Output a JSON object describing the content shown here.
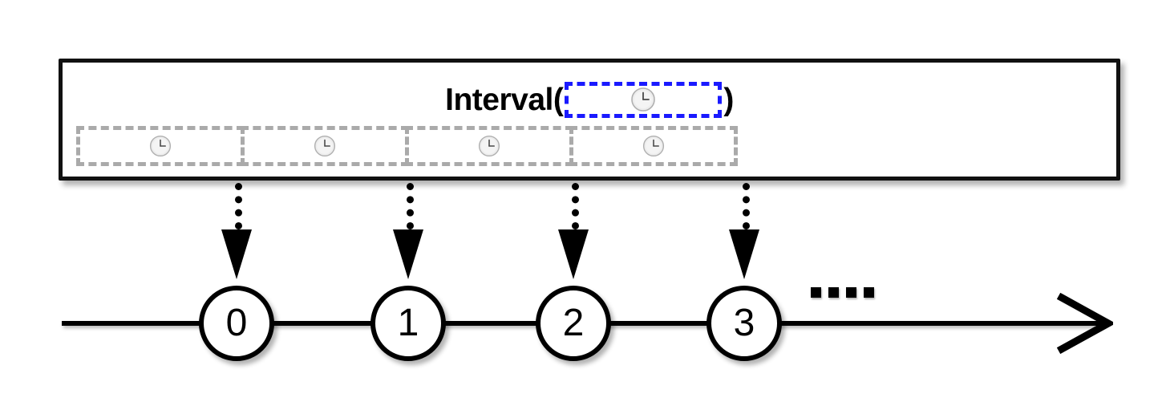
{
  "diagram": {
    "title_prefix": "Interval(",
    "title_suffix": ")",
    "highlight_slot": {
      "icon": "clock-icon",
      "border_color": "#1a1aff",
      "border_style": "dashed"
    },
    "container": {
      "border_color": "#111111",
      "background": "#ffffff"
    },
    "interval_strip": {
      "border_color": "#aaaaaa",
      "border_style": "dashed",
      "cells": [
        {
          "icon": "clock-icon"
        },
        {
          "icon": "clock-icon"
        },
        {
          "icon": "clock-icon"
        },
        {
          "icon": "clock-icon"
        }
      ]
    },
    "connectors": [
      {
        "icon": "dotted-down-arrow-icon",
        "target": "0"
      },
      {
        "icon": "dotted-down-arrow-icon",
        "target": "1"
      },
      {
        "icon": "dotted-down-arrow-icon",
        "target": "2"
      },
      {
        "icon": "dotted-down-arrow-icon",
        "target": "3"
      }
    ],
    "timeline": {
      "arrow_icon": "arrow-right-icon",
      "line_color": "#000000",
      "nodes": [
        {
          "label": "0"
        },
        {
          "label": "1"
        },
        {
          "label": "2"
        },
        {
          "label": "3"
        }
      ],
      "continuation": "....",
      "continuation_dots": 4
    },
    "clock_icon": {
      "face_color": "#ededed",
      "rim_color": "#b8b8b8",
      "hand_color": "#555555"
    }
  }
}
